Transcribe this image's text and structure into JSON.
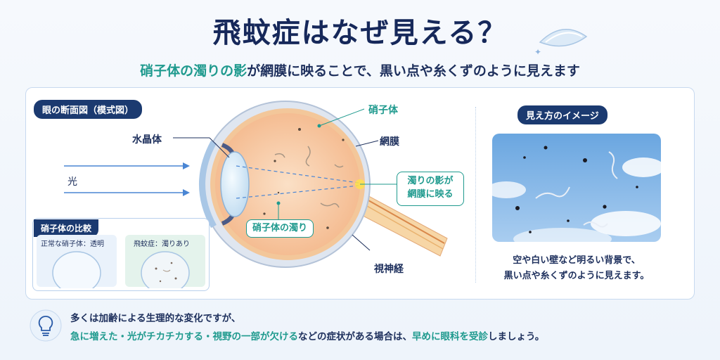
{
  "title": "飛蚊症はなぜ見える？",
  "subtitle": {
    "highlight": "硝子体の濁りの影",
    "rest": "が網膜に映ることで、黒い点や糸くずのように見えます"
  },
  "diagram": {
    "section_tag": "眼の断面図（模式図）",
    "labels": {
      "lens": "水晶体",
      "light": "光",
      "vitreous": "硝子体",
      "retina": "網膜",
      "optic_nerve": "視神経",
      "opacity": "硝子体の濁り",
      "shadow_line1": "濁りの影が",
      "shadow_line2": "網膜に映る"
    }
  },
  "comparison": {
    "tag": "硝子体の比較",
    "normal": "正常な硝子体：透明",
    "floaters": "飛蚊症：濁りあり"
  },
  "view": {
    "tag": "見え方のイメージ",
    "desc_line1": "空や白い壁など明るい背景で、",
    "desc_line2": "黒い点や糸くずのように見えます。"
  },
  "tip": {
    "line1": "多くは加齢による生理的な変化ですが、",
    "hl1": "急に増えた・光がチカチカする・視野の一部が欠ける",
    "mid": "などの症状がある場合は、",
    "hl2": "早めに眼科を受診",
    "end": "しましょう。"
  },
  "colors": {
    "navy": "#1b3a70",
    "teal": "#1f9a8e",
    "vitreous": "#f7c9a2",
    "sky": "#7fb3e6"
  },
  "icons": [
    "contact-lens-icon",
    "lightbulb-icon",
    "light-ray-arrow-icon"
  ]
}
